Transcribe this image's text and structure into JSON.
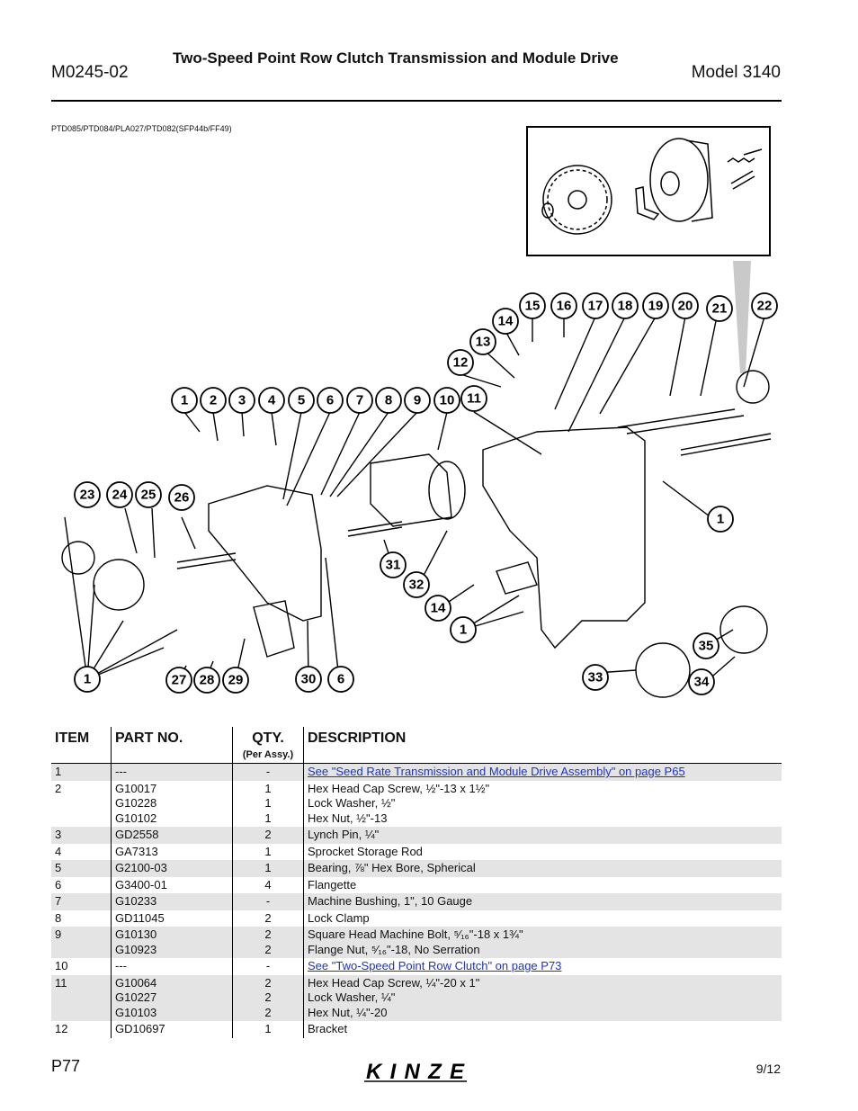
{
  "header": {
    "doc_code": "M0245-02",
    "title": "Two-Speed Point Row Clutch Transmission and Module Drive",
    "model": "Model 3140"
  },
  "figure_ref": "PTD085/PTD084/PLA027/PTD082(SFP44b/FF49)",
  "callouts": [
    "1",
    "2",
    "3",
    "4",
    "5",
    "6",
    "7",
    "8",
    "9",
    "10",
    "11",
    "12",
    "13",
    "14",
    "15",
    "16",
    "17",
    "18",
    "19",
    "20",
    "21",
    "22",
    "23",
    "24",
    "25",
    "26",
    "27",
    "28",
    "29",
    "30",
    "31",
    "32",
    "33",
    "34",
    "35"
  ],
  "table": {
    "headers": {
      "item": "ITEM",
      "part": "PART NO.",
      "qty": "QTY.",
      "qty_sub": "(Per Assy.)",
      "desc": "DESCRIPTION"
    },
    "rows": [
      {
        "item": "1",
        "parts": [
          "---"
        ],
        "qtys": [
          "-"
        ],
        "descs": [
          "See \"Seed Rate Transmission and Module Drive Assembly\" on page P65"
        ],
        "link": true
      },
      {
        "item": "2",
        "parts": [
          "G10017",
          "G10228",
          "G10102"
        ],
        "qtys": [
          "1",
          "1",
          "1"
        ],
        "descs": [
          "Hex Head Cap Screw, ½\"-13 x 1½\"",
          "Lock Washer, ½\"",
          "Hex Nut, ½\"-13"
        ]
      },
      {
        "item": "3",
        "parts": [
          "GD2558"
        ],
        "qtys": [
          "2"
        ],
        "descs": [
          "Lynch Pin, ¼\""
        ]
      },
      {
        "item": "4",
        "parts": [
          "GA7313"
        ],
        "qtys": [
          "1"
        ],
        "descs": [
          "Sprocket Storage Rod"
        ]
      },
      {
        "item": "5",
        "parts": [
          "G2100-03"
        ],
        "qtys": [
          "1"
        ],
        "descs": [
          "Bearing, ⅞\" Hex Bore, Spherical"
        ]
      },
      {
        "item": "6",
        "parts": [
          "G3400-01"
        ],
        "qtys": [
          "4"
        ],
        "descs": [
          "Flangette"
        ]
      },
      {
        "item": "7",
        "parts": [
          "G10233"
        ],
        "qtys": [
          "-"
        ],
        "descs": [
          "Machine Bushing, 1\", 10 Gauge"
        ]
      },
      {
        "item": "8",
        "parts": [
          "GD11045"
        ],
        "qtys": [
          "2"
        ],
        "descs": [
          "Lock Clamp"
        ]
      },
      {
        "item": "9",
        "parts": [
          "G10130",
          "G10923"
        ],
        "qtys": [
          "2",
          "2"
        ],
        "descs": [
          "Square Head Machine Bolt, ⁵⁄₁₆\"-18 x 1¾\"",
          "Flange Nut, ⁵⁄₁₆\"-18, No Serration"
        ]
      },
      {
        "item": "10",
        "parts": [
          "---"
        ],
        "qtys": [
          "-"
        ],
        "descs": [
          "See \"Two-Speed Point Row Clutch\" on page P73"
        ],
        "link": true
      },
      {
        "item": "11",
        "parts": [
          "G10064",
          "G10227",
          "G10103"
        ],
        "qtys": [
          "2",
          "2",
          "2"
        ],
        "descs": [
          "Hex Head Cap Screw, ¼\"-20 x 1\"",
          "Lock Washer, ¼\"",
          "Hex Nut, ¼\"-20"
        ]
      },
      {
        "item": "12",
        "parts": [
          "GD10697"
        ],
        "qtys": [
          "1"
        ],
        "descs": [
          "Bracket"
        ]
      }
    ]
  },
  "footer": {
    "page": "P77",
    "date": "9/12",
    "logo_text": "KINZE"
  }
}
